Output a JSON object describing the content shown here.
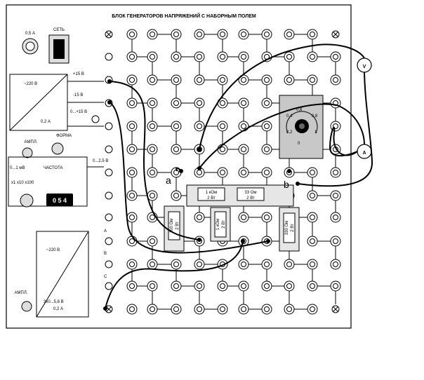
{
  "panel": {
    "title": "БЛОК ГЕНЕРАТОРОВ НАПРЯЖЕНИЙ С НАБОРНЫМ ПОЛЕМ"
  },
  "power": {
    "fuse_label": "0,5 А",
    "switch_label": "СЕТЬ"
  },
  "dc_source": {
    "input_label": "~220 В",
    "current_label": "0,2 А",
    "plus15_label": "+15 В",
    "minus15_label": "-15 В",
    "adj_label": "0...+15 В"
  },
  "function_gen": {
    "amplitude_label": "АМПЛ.",
    "range_label": "0...1 мВ",
    "form_label": "ФОРМА",
    "frequency_label": "ЧАСТОТА",
    "mult_label": "x1  x10  x100",
    "output_label": "0...2,5 В",
    "display": "0 5 4"
  },
  "three_phase": {
    "input_label": "~220 В",
    "phase_a": "A",
    "phase_b": "B",
    "phase_c": "C",
    "voltage_label": "3x0...5,6 В",
    "current_label": "0,2 А",
    "amplitude_label": "АМПЛ."
  },
  "components": {
    "r_top_left": {
      "value": "1 кОм",
      "power": "2 Вт"
    },
    "r_top_right": {
      "value": "33 Ом",
      "power": "2 Вт"
    },
    "r_v1": {
      "value": "100 Ом",
      "power": "2 Вт"
    },
    "r_v2": {
      "value": "1 кОм",
      "power": "2 Вт"
    },
    "r_v3": {
      "value": "330 Ом",
      "power": "2 Вт"
    },
    "rheostat_scale": [
      "0",
      "0,2",
      "0,4",
      "0,6",
      "0,8",
      "1"
    ]
  },
  "nodes": {
    "a": "a",
    "b": "b"
  },
  "meters": {
    "voltmeter": "V",
    "ammeter": "A"
  }
}
